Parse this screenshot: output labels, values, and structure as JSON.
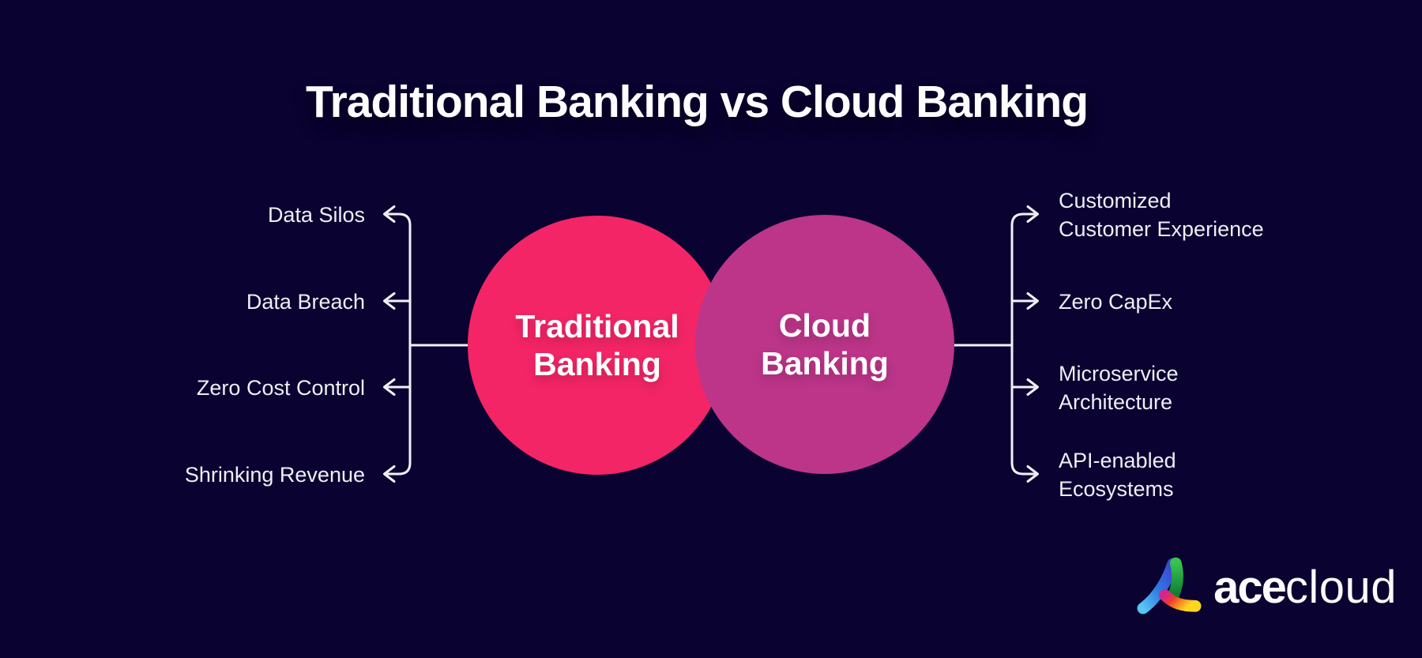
{
  "title": "Traditional Banking vs Cloud Banking",
  "colors": {
    "background": "#0a0230",
    "line": "#f3f0f7",
    "text": "#f3f0f7",
    "traditional": "#f32566",
    "cloud": "#bc3589"
  },
  "venn": {
    "left": {
      "label": "Traditional\nBanking"
    },
    "right": {
      "label": "Cloud\nBanking"
    }
  },
  "left_items": [
    "Data Silos",
    "Data Breach",
    "Zero Cost Control",
    "Shrinking Revenue"
  ],
  "right_items": [
    "Customized\nCustomer Experience",
    "Zero CapEx",
    "Microservice\nArchitecture",
    "API-enabled\nEcosystems"
  ],
  "logo": {
    "name_bold": "ace",
    "name_light": "cloud"
  }
}
